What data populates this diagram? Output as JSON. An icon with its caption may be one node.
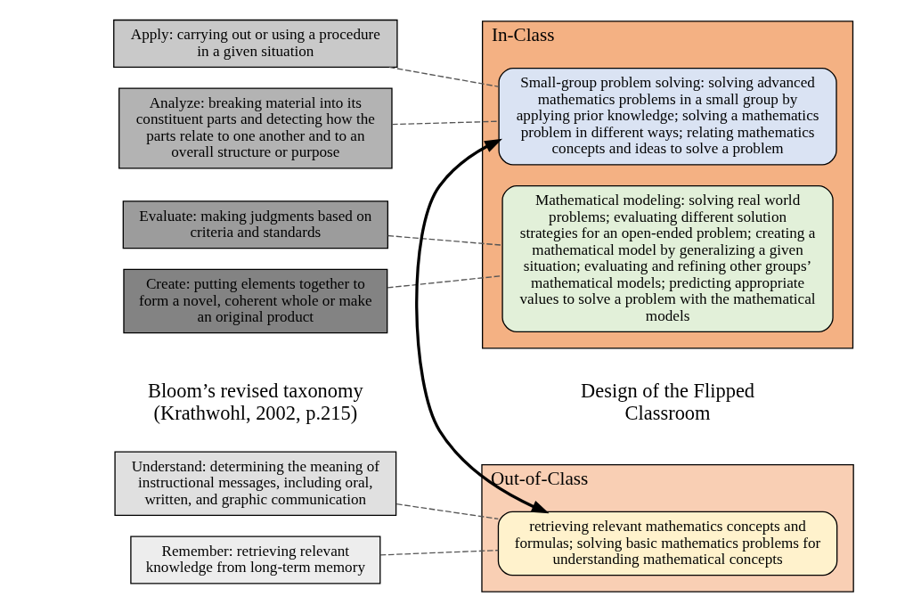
{
  "diagram": {
    "nodes": [
      {
        "text": [
          "Remember: retrieving relevant knowledge from long-term memory"
        ]
      },
      {
        "text": [
          "Understand: determining the meaning of instructional messages, including oral, written, and graphic communication"
        ]
      },
      {
        "text": [
          "Apply: carrying out or using a procedure in a given situation"
        ]
      },
      {
        "text": [
          "Analyze: breaking material into its constituent parts and detecting how the parts relate to one another and to an overall structure or purpose"
        ]
      },
      {
        "text": [
          "Evaluate: making judgments based on criteria and standards"
        ]
      },
      {
        "text": [
          "Create: putting elements together to form a novel, coherent whole or make an original product"
        ]
      },
      {
        "text": [
          "Out-of-Class"
        ]
      },
      {
        "text": [
          "retrieving relevant mathematics concepts and formulas; solving basic mathematics problems for understanding mathematical concepts"
        ],
        "in": 6
      },
      {
        "text": [
          "In-Class"
        ]
      },
      {
        "text": [
          "Small-group problem solving: solving advanced mathematics problems in a small group by applying prior knowledge; solving a mathematics problem in different ways; relating mathematics concepts and ideas to solve a problem"
        ],
        "in": 8
      },
      {
        "text": [
          "Mathematical modeling: solving real world problems; evaluating different solution strategies for an open-ended problem; creating a mathematical model by generalizing a given situation; evaluating and refining other groups’ mathematical models; predicting appropriate values to solve a problem with the mathematical models"
        ],
        "in": 8
      }
    ],
    "edges": [
      {
        "from": 0,
        "to": 7,
        "arrow": "none",
        "style": "dashed"
      },
      {
        "from": 1,
        "to": 7,
        "arrow": "none",
        "style": "dashed"
      },
      {
        "from": 2,
        "to": 9,
        "arrow": "none",
        "style": "dashed"
      },
      {
        "from": 3,
        "to": 9,
        "arrow": "none",
        "style": "dashed"
      },
      {
        "from": 4,
        "to": 10,
        "arrow": "none",
        "style": "dashed"
      },
      {
        "from": 5,
        "to": 10,
        "arrow": "none",
        "style": "dashed"
      },
      {
        "from": 7,
        "to": 9,
        "arrow": "both",
        "style": "thick"
      }
    ],
    "labels": [
      "Bloom’s revised taxonomy (Krathwohl, 2002, p.215)",
      "Design of the Flipped Classroom"
    ]
  }
}
